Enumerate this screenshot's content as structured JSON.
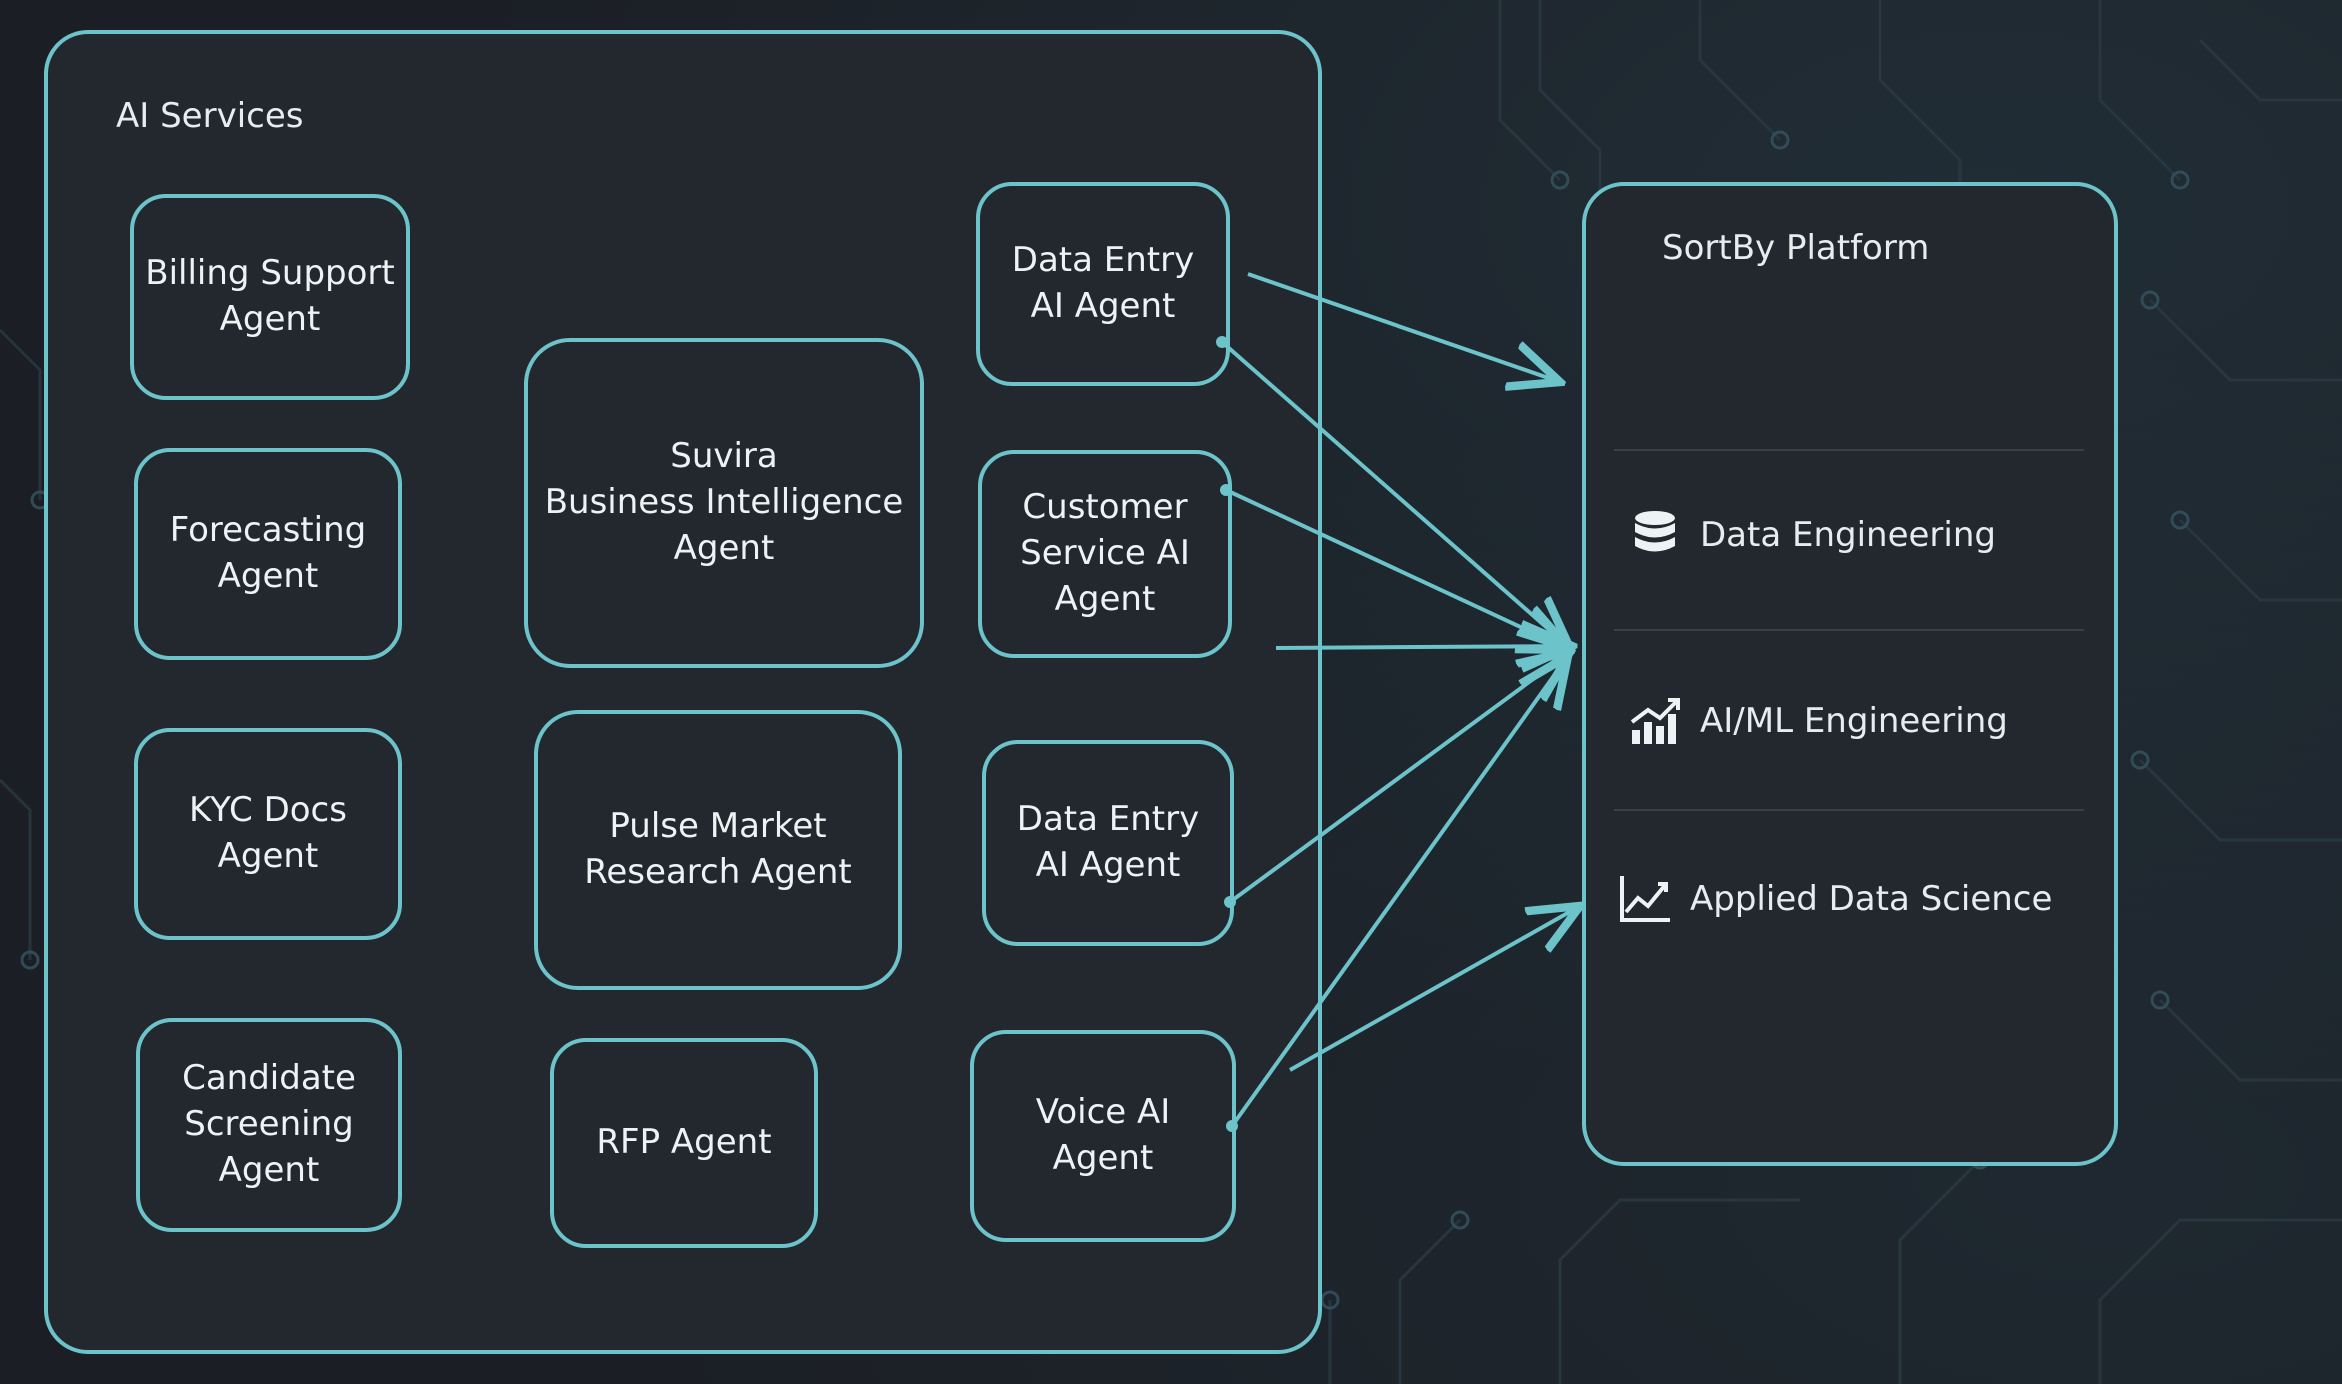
{
  "groups": {
    "ai_services": {
      "title": "AI Services"
    },
    "platform": {
      "title": "SortBy Platform"
    }
  },
  "agents": [
    {
      "id": "billing",
      "label": "Billing Support\nAgent"
    },
    {
      "id": "forecasting",
      "label": "Forecasting\nAgent"
    },
    {
      "id": "kyc",
      "label": "KYC Docs\nAgent"
    },
    {
      "id": "candidate",
      "label": "Candidate\nScreening\nAgent"
    },
    {
      "id": "suvira",
      "label": "Suvira\nBusiness Intelligence\nAgent"
    },
    {
      "id": "pulse",
      "label": "Pulse Market\nResearch Agent"
    },
    {
      "id": "rfp",
      "label": "RFP Agent"
    },
    {
      "id": "data_entry_1",
      "label": "Data Entry\nAI Agent"
    },
    {
      "id": "customer_service",
      "label": "Customer\nService AI\nAgent"
    },
    {
      "id": "data_entry_2",
      "label": "Data Entry\nAI Agent"
    },
    {
      "id": "voice",
      "label": "Voice AI\nAgent"
    }
  ],
  "capabilities": [
    {
      "label": "Data Engineering",
      "icon": "database-icon"
    },
    {
      "label": "AI/ML Engineering",
      "icon": "bar-chart-icon"
    },
    {
      "label": "Applied Data Science",
      "icon": "line-chart-icon"
    }
  ],
  "connections": [
    {
      "from": "data_entry_1",
      "to": "platform"
    },
    {
      "from": "data_entry_1",
      "to": "platform"
    },
    {
      "from": "customer_service",
      "to": "platform"
    },
    {
      "from": "customer_service",
      "to": "platform"
    },
    {
      "from": "data_entry_2",
      "to": "platform"
    },
    {
      "from": "voice",
      "to": "platform"
    },
    {
      "from": "voice",
      "to": "platform"
    }
  ],
  "colors": {
    "background": "#1b1f25",
    "box_fill": "#23272e",
    "stroke": "#6cc3c9",
    "text": "#eef2f4",
    "divider": "#3a4048"
  }
}
